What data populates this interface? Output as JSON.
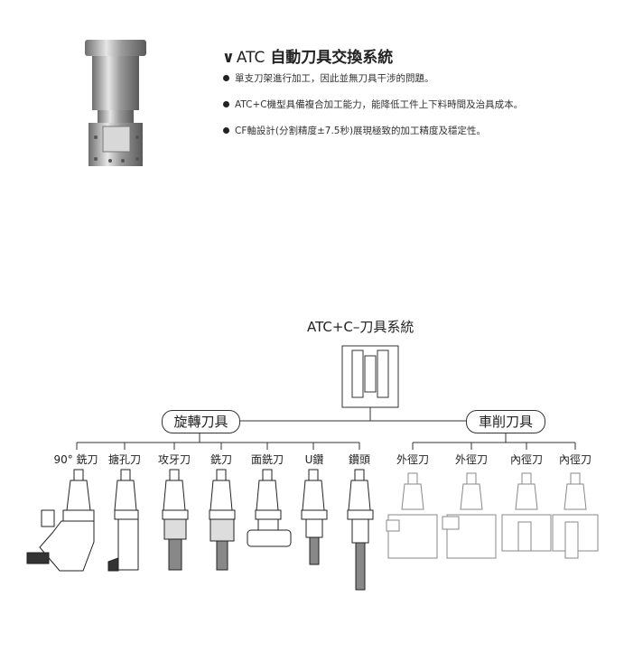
{
  "header": {
    "title_mark": "∨",
    "title_prefix": "ATC",
    "title_main": "自動刀具交換系統"
  },
  "bullets": [
    "單支刀架進行加工，因此並無刀具干涉的問題。",
    "ATC+C機型具備複合加工能力，能降低工件上下料時間及治具成本。",
    "CF軸設計(分割精度±7.5秒)展現極致的加工精度及穩定性。"
  ],
  "diagram": {
    "title": "ATC+C–刀具系統",
    "left_group": "旋轉刀具",
    "right_group": "車削刀具",
    "left_tools": [
      "90° 銑刀",
      "搪孔刀",
      "攻牙刀",
      "銑刀",
      "面銑刀",
      "U鑽",
      "鑽頭"
    ],
    "right_tools": [
      "外徑刀",
      "外徑刀",
      "內徑刀",
      "內徑刀"
    ]
  },
  "colors": {
    "line": "#333333",
    "light_drawing": "#888888"
  }
}
